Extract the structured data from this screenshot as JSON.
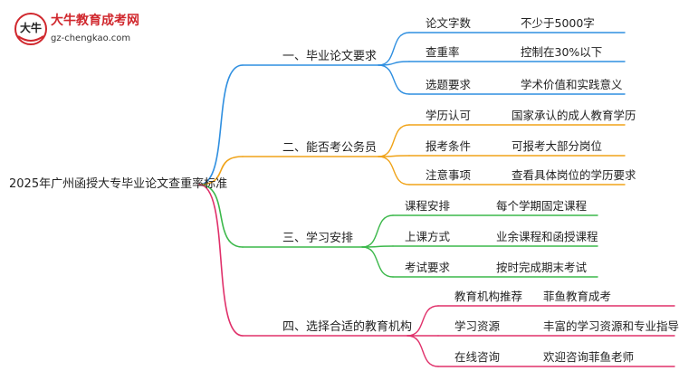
{
  "logo": {
    "title": "大牛教育成考网",
    "url": "gz-chengkao.com",
    "mark_text": "大牛"
  },
  "root": {
    "label": "2025年广州函授大专毕业论文查重率标准"
  },
  "branches": [
    {
      "label": "一、毕业论文要求",
      "color": "#2f8fe0",
      "items": [
        {
          "key": "论文字数",
          "value": "不少于5000字"
        },
        {
          "key": "查重率",
          "value": "控制在30%以下"
        },
        {
          "key": "选题要求",
          "value": "学术价值和实践意义"
        }
      ]
    },
    {
      "label": "二、能否考公务员",
      "color": "#f0a318",
      "items": [
        {
          "key": "学历认可",
          "value": "国家承认的成人教育学历"
        },
        {
          "key": "报考条件",
          "value": "可报考大部分岗位"
        },
        {
          "key": "注意事项",
          "value": "查看具体岗位的学历要求"
        }
      ]
    },
    {
      "label": "三、学习安排",
      "color": "#3bb84a",
      "items": [
        {
          "key": "课程安排",
          "value": "每个学期固定课程"
        },
        {
          "key": "上课方式",
          "value": "业余课程和函授课程"
        },
        {
          "key": "考试要求",
          "value": "按时完成期末考试"
        }
      ]
    },
    {
      "label": "四、选择合适的教育机构",
      "color": "#e0306a",
      "items": [
        {
          "key": "教育机构推荐",
          "value": "菲鱼教育成考"
        },
        {
          "key": "学习资源",
          "value": "丰富的学习资源和专业指导"
        },
        {
          "key": "在线咨询",
          "value": "欢迎咨询菲鱼老师"
        }
      ]
    }
  ]
}
